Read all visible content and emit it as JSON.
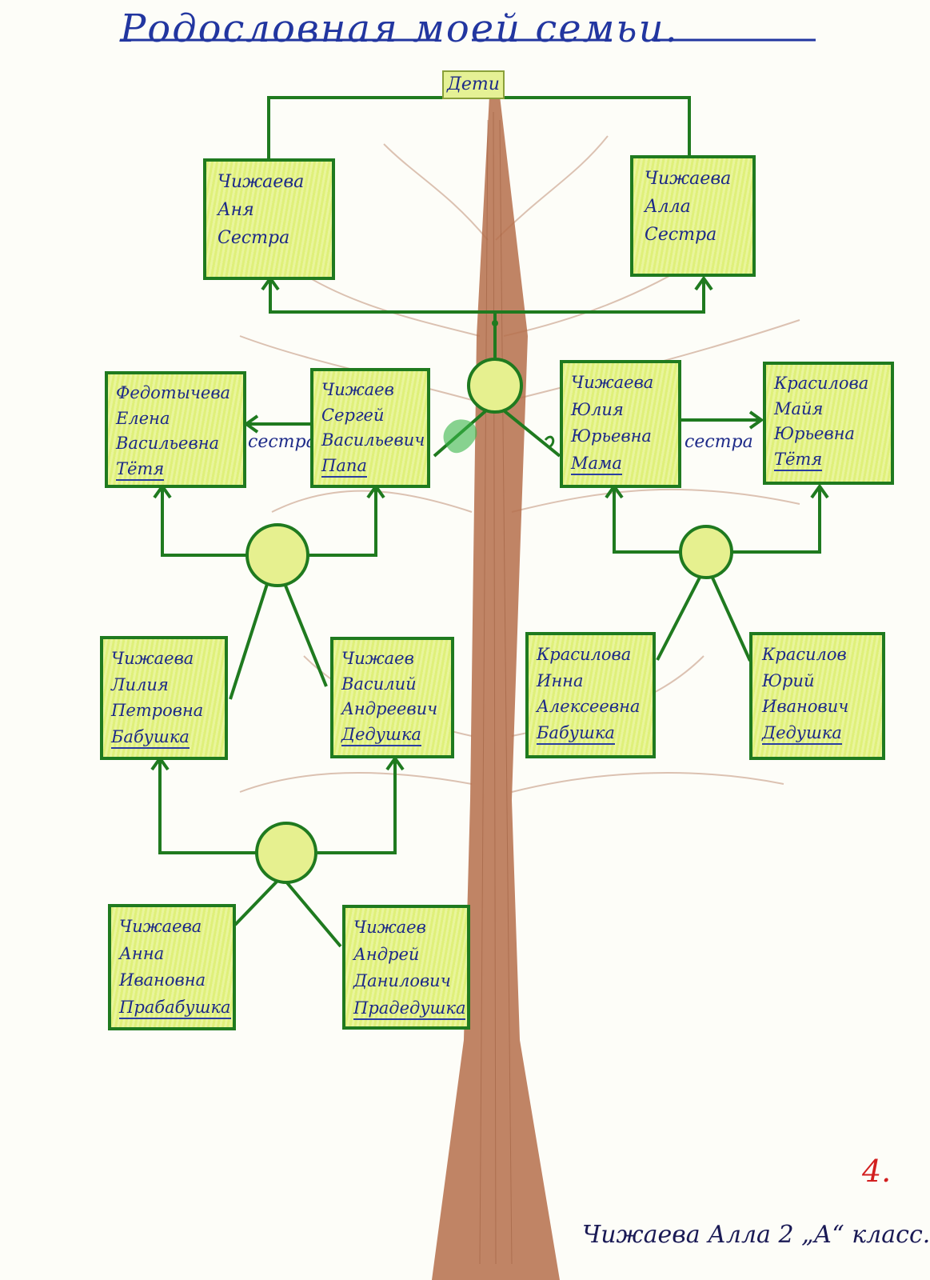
{
  "title": "Родословная моей семьи.",
  "children_label": "Дети",
  "sister_label_left": "сестра",
  "sister_label_right": "сестра",
  "boxes": {
    "anya": {
      "l1": "Чижаева",
      "l2": "Аня",
      "l3": "Сестра"
    },
    "alla": {
      "l1": "Чижаева",
      "l2": "Алла",
      "l3": "Сестра"
    },
    "elena": {
      "l1": "Федотычева",
      "l2": "Елена",
      "l3": "Васильевна",
      "role": "Тётя"
    },
    "sergey": {
      "l1": "Чижаев",
      "l2": "Сергей",
      "l3": "Васильевич",
      "role": "Папа"
    },
    "yulia": {
      "l1": "Чижаева",
      "l2": "Юлия",
      "l3": "Юрьевна",
      "role": "Мама"
    },
    "maya": {
      "l1": "Красилова",
      "l2": "Майя",
      "l3": "Юрьевна",
      "role": "Тётя"
    },
    "liliya": {
      "l1": "Чижаева",
      "l2": "Лилия",
      "l3": "Петровна",
      "role": "Бабушка"
    },
    "vasiliy": {
      "l1": "Чижаев",
      "l2": "Василий",
      "l3": "Андреевич",
      "role": "Дедушка"
    },
    "inna": {
      "l1": "Красилова",
      "l2": "Инна",
      "l3": "Алексеевна",
      "role": "Бабушка"
    },
    "yuriy": {
      "l1": "Красилов",
      "l2": "Юрий",
      "l3": "Иванович",
      "role": "Дедушка"
    },
    "anna": {
      "l1": "Чижаева",
      "l2": "Анна",
      "l3": "Ивановна",
      "role": "Прабабушка"
    },
    "andrey": {
      "l1": "Чижаев",
      "l2": "Андрей",
      "l3": "Данилович",
      "role": "Прадедушка"
    }
  },
  "signature": "Чижаева Алла 2 „А“ класс.",
  "grade_mark": "4.",
  "colors": {
    "line": "#1f7a1f",
    "box_fill": "#e3f28a",
    "ink": "#1d2a88",
    "trunk": "#a8643f",
    "branch": "#c9a38a",
    "grade": "#d21f1f"
  }
}
